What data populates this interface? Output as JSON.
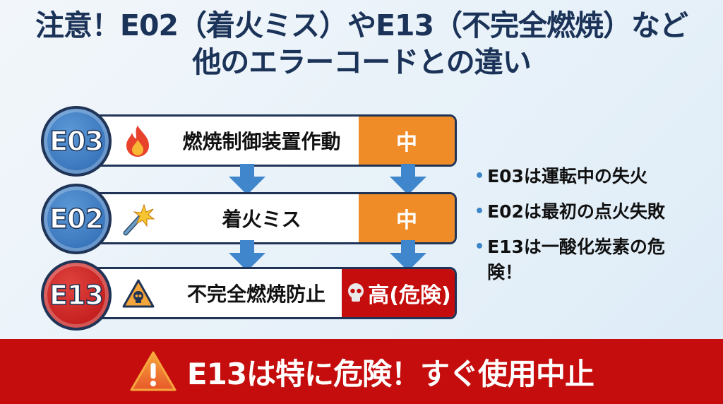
{
  "title": {
    "line1": "注意！E02（着火ミス）やE13（不完全燃焼）など",
    "line2": "他のエラーコードとの違い"
  },
  "rows": [
    {
      "code": "E03",
      "badge_color": "#2a66b0",
      "icon": "fire-icon",
      "label": "燃焼制御装置作動",
      "level": "中",
      "level_color": "#f08c28"
    },
    {
      "code": "E02",
      "badge_color": "#2a66b0",
      "icon": "sparkler-icon",
      "label": "着火ミス",
      "level": "中",
      "level_color": "#f08c28"
    },
    {
      "code": "E13",
      "badge_color": "#b80f10",
      "icon": "skull-warning-icon",
      "label": "不完全燃焼防止",
      "level": "高(危険)",
      "level_color": "#c40d0c",
      "level_icon": "skull-icon"
    }
  ],
  "bullets": [
    "E03は運転中の失火",
    "E02は最初の点火失敗",
    "E13は一酸化炭素の危険！"
  ],
  "banner": {
    "icon": "warning-icon",
    "text": "E13は特に危険！すぐ使用中止",
    "color": "#c40d0c"
  }
}
